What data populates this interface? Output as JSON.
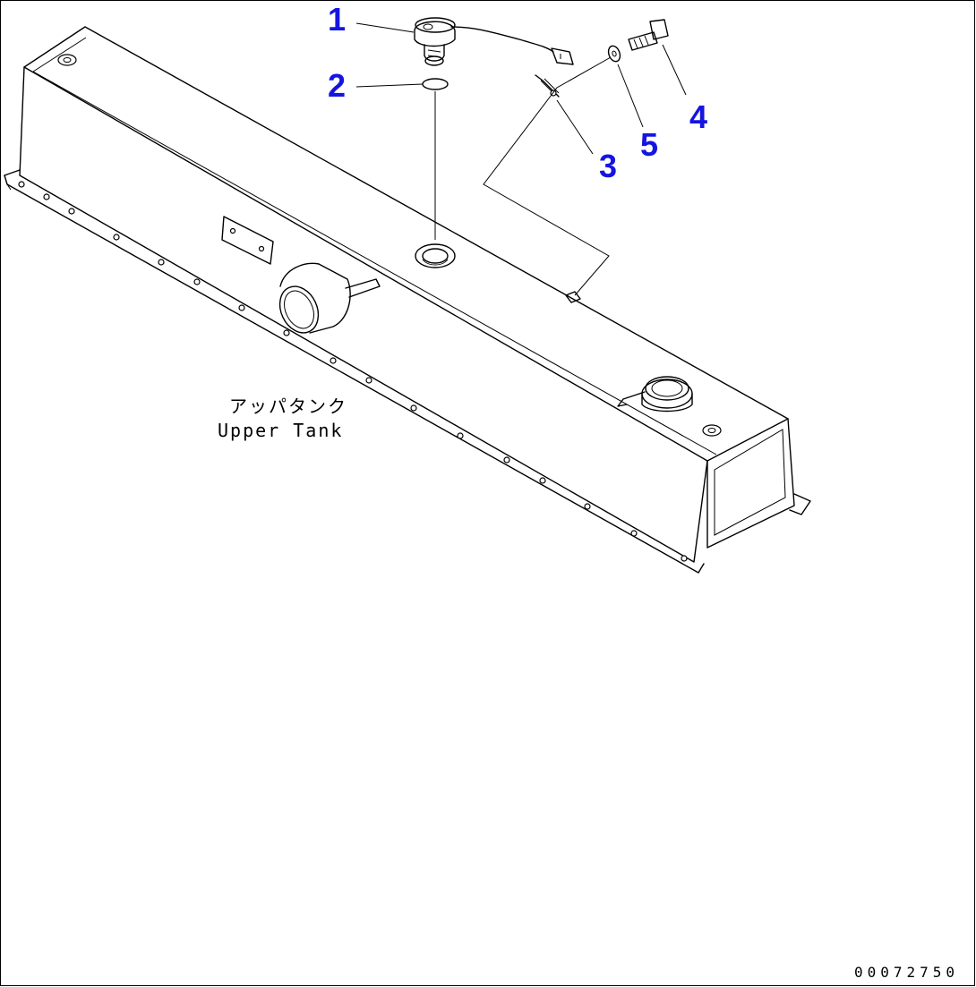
{
  "callouts": [
    {
      "id": "1",
      "label": "1"
    },
    {
      "id": "2",
      "label": "2"
    },
    {
      "id": "3",
      "label": "3"
    },
    {
      "id": "4",
      "label": "4"
    },
    {
      "id": "5",
      "label": "5"
    }
  ],
  "tank_label_jp": "アッパタンク",
  "tank_label_en": "Upper Tank",
  "drawing_number": "00072750",
  "colors": {
    "callout": "#1515e0",
    "line": "#000000",
    "background": "#ffffff"
  }
}
